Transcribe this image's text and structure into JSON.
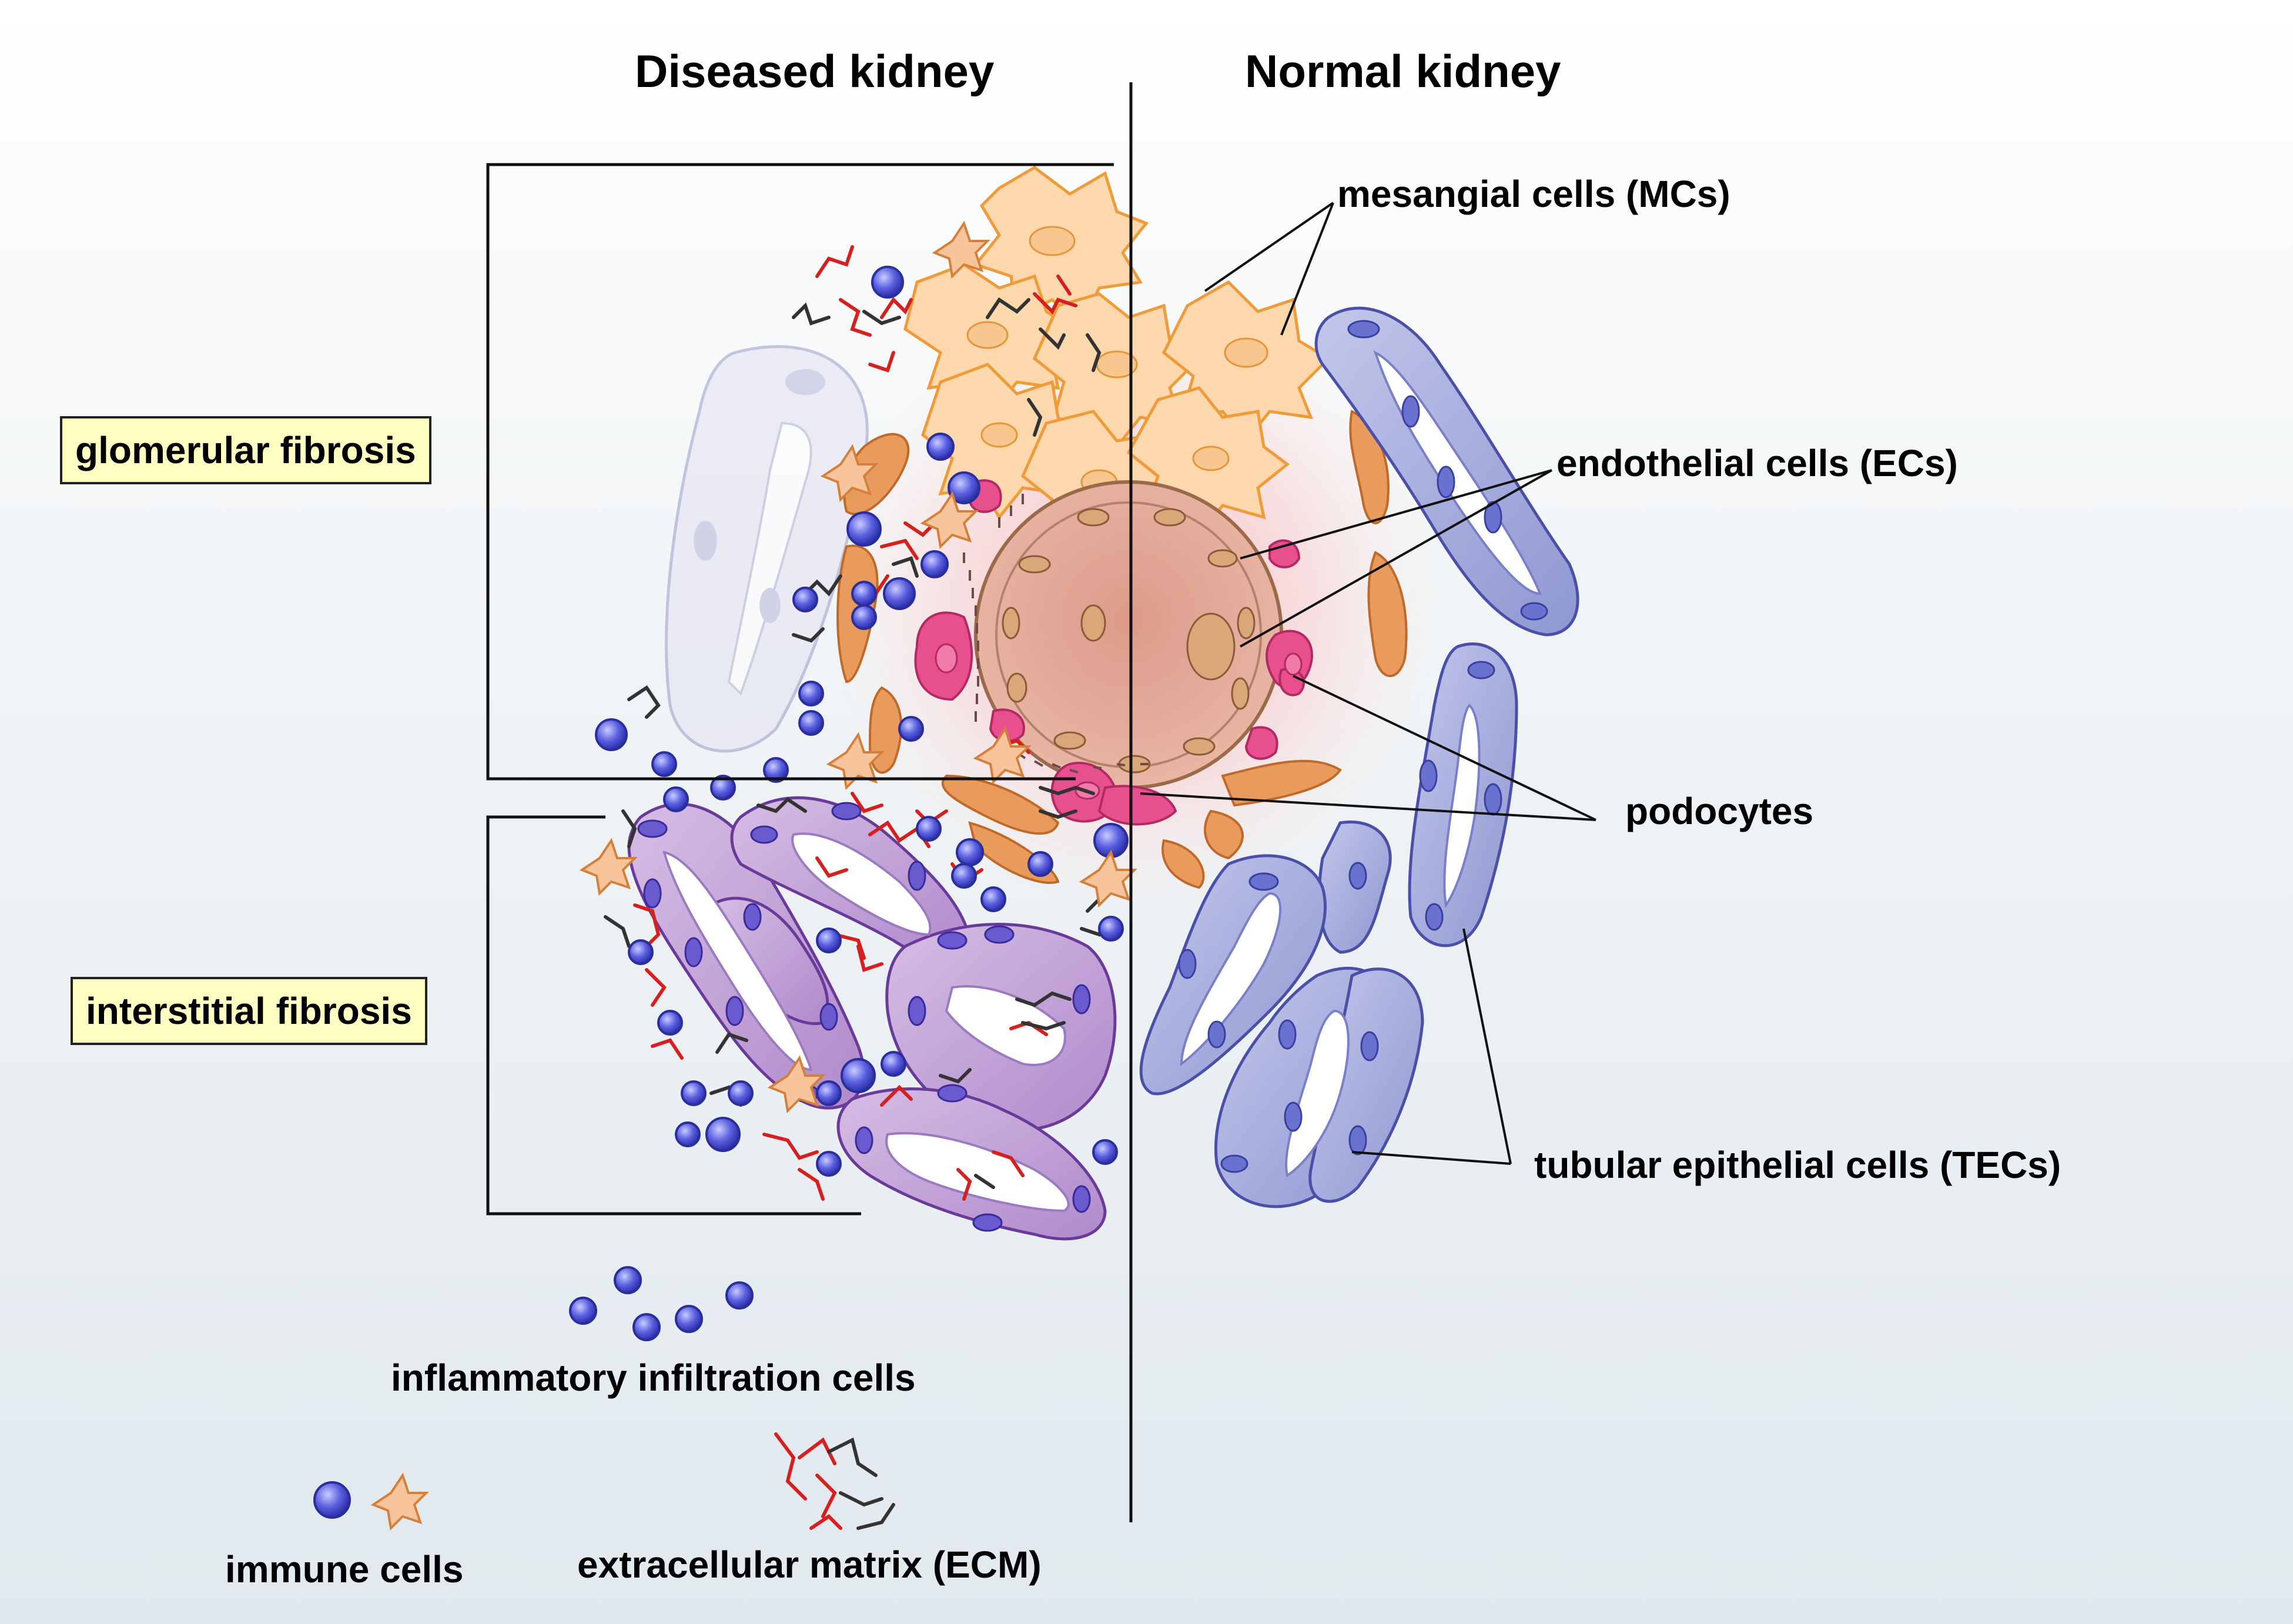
{
  "headings": {
    "diseased": "Diseased kidney",
    "normal": "Normal kidney"
  },
  "labels": {
    "mesangial": "mesangial cells (MCs)",
    "endothelial": "endothelial cells (ECs)",
    "podocytes": "podocytes",
    "tubular": "tubular epithelial cells (TECs)"
  },
  "fibrosis": {
    "glomerular": "glomerular fibrosis",
    "interstitial": "interstitial fibrosis"
  },
  "legend": {
    "inflammatory": "inflammatory infiltration cells",
    "immune": "immune cells",
    "ecm": "extracellular matrix (ECM)"
  },
  "colors": {
    "mesangial": "#fbd5a8",
    "endothelial": "#e8a06a",
    "podocyte": "#e5508e",
    "capillary": "#d9a08a",
    "tubule_normal": "#9ea6d8",
    "tubule_diseased": "#b991cc",
    "immune_cell": "#3b3fd0",
    "ecm_red": "#d62020",
    "ecm_dark": "#333333"
  }
}
